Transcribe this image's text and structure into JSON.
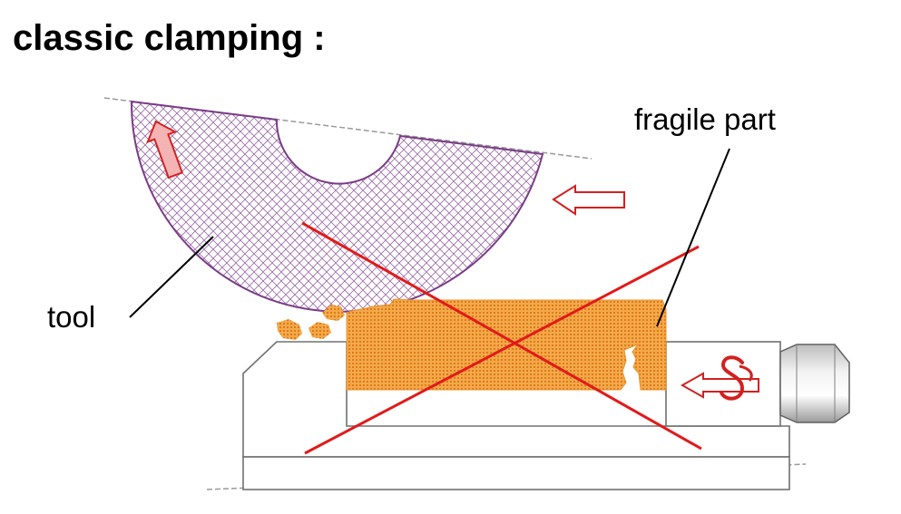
{
  "title": "classic clamping :",
  "labels": {
    "tool": "tool",
    "fragile_part": "fragile part"
  },
  "colors": {
    "tool_outline": "#7a3c86",
    "tool_hatch": "#9a6aa8",
    "part_fill": "#f0a040",
    "part_dot": "#e07a18",
    "arrow_red": "#d42020",
    "cross_red": "#e21a1a",
    "vise_line": "#707070",
    "leader": "#000000"
  },
  "icons": {
    "tool_rotation": "arrow-up-icon",
    "feed_direction": "arrow-left-icon",
    "clamp_force": "arrow-left-icon",
    "clamp_symbol": "s-spiral-icon",
    "invalid_mark": "red-cross-icon"
  }
}
